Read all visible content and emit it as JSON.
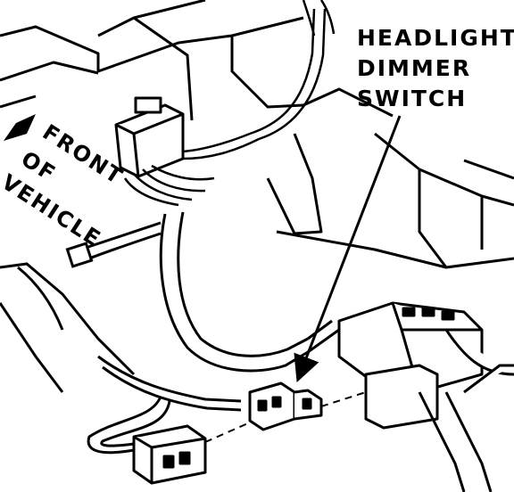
{
  "callout": {
    "line1": "HEADLIGHT",
    "line2": "DIMMER",
    "line3": "SWITCH"
  },
  "orientation": {
    "line1": "FRONT",
    "line2": "OF",
    "line3": "VEHICLE"
  },
  "colors": {
    "ink": "#000000",
    "paper": "#ffffff"
  }
}
